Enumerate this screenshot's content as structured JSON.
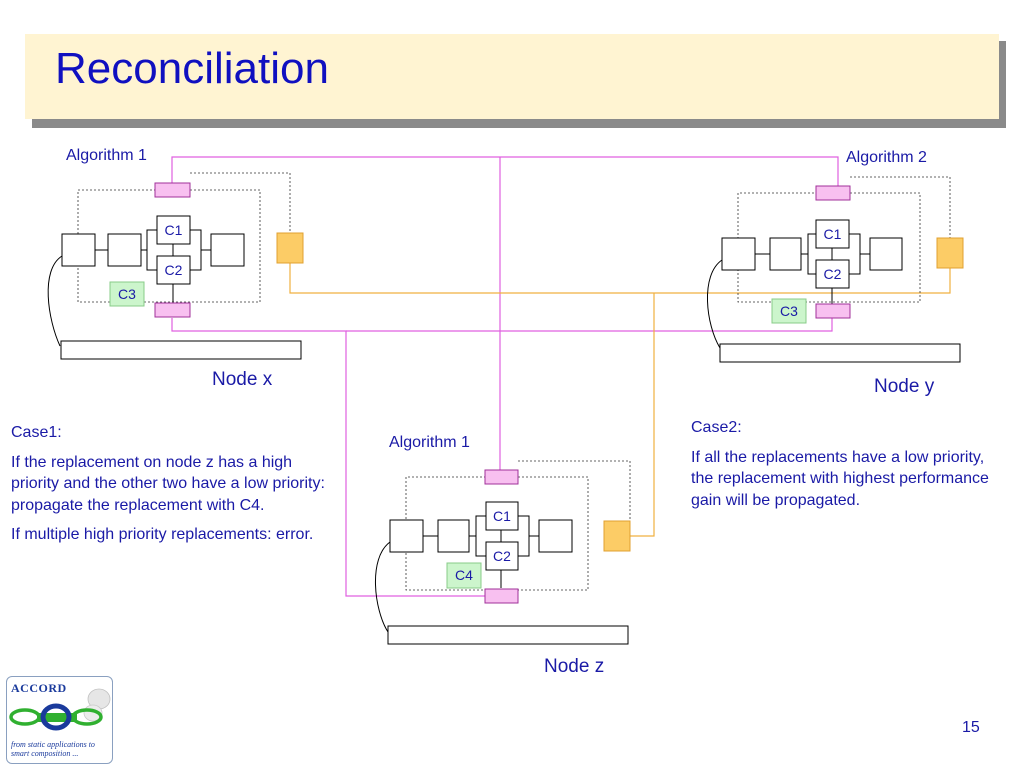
{
  "slide": {
    "title": "Reconciliation",
    "page_number": "15"
  },
  "nodes": {
    "x": {
      "name": "Node x",
      "algorithm": "Algorithm 1",
      "c1": "C1",
      "c2": "C2",
      "c3": "C3"
    },
    "y": {
      "name": "Node y",
      "algorithm": "Algorithm 2",
      "c1": "C1",
      "c2": "C2",
      "c3": "C3"
    },
    "z": {
      "name": "Node z",
      "algorithm": "Algorithm 1",
      "c1": "C1",
      "c2": "C2",
      "c4": "C4"
    }
  },
  "cases": {
    "case1": {
      "heading": "Case1:",
      "text1": "If the replacement on node z has a high priority and the other two have a low priority: propagate the replacement with C4.",
      "text2": "If multiple high priority replacements: error."
    },
    "case2": {
      "heading": "Case2:",
      "text1": "If all the replacements have a low priority, the replacement with highest performance gain will be propagated."
    }
  },
  "logo": {
    "name": "ACCORD",
    "tagline": "from static applications to smart composition ..."
  },
  "colors": {
    "title": "#1010c0",
    "text": "#1a1aa6",
    "pink_link": "#e060e0",
    "orange_link": "#f0b040",
    "pink_fill": "#f8c0f0",
    "orange_fill": "#fccc66",
    "green_fill": "#ccf5cc"
  }
}
